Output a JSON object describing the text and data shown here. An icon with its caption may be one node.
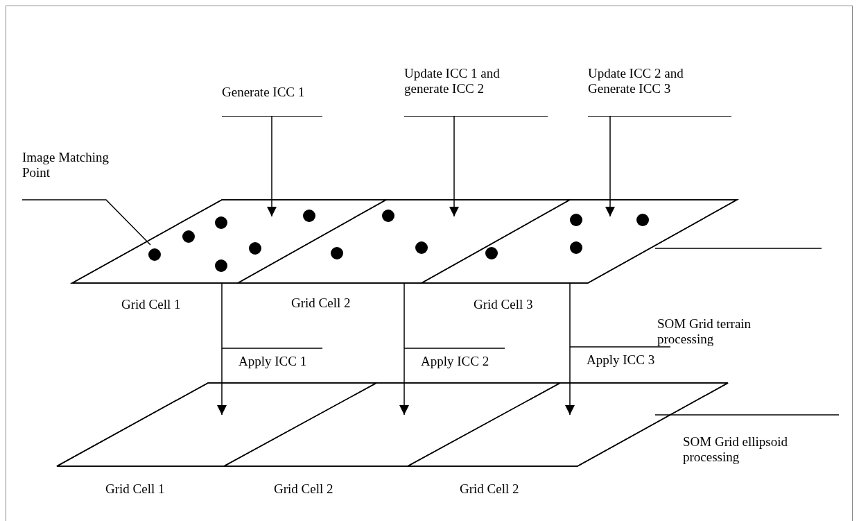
{
  "diagram": {
    "nodes": [
      {
        "text": [
          "Generate ICC 1"
        ]
      },
      {
        "text": [
          "Update ICC 1 and generate ICC 2"
        ]
      },
      {
        "text": [
          "Update ICC 2 and Generate ICC 3"
        ]
      },
      {
        "text": [
          "Image Matching Point"
        ]
      },
      {
        "text": [
          "SOM Grid terrain processing"
        ]
      },
      {
        "text": [
          "Grid Cell 1"
        ],
        "in": 4
      },
      {
        "text": [
          "Grid Cell 2"
        ],
        "in": 4
      },
      {
        "text": [
          "Grid Cell 3"
        ],
        "in": 4
      },
      {
        "text": [],
        "shape": "circle",
        "in": 5
      },
      {
        "text": [],
        "shape": "circle",
        "in": 5
      },
      {
        "text": [],
        "shape": "circle",
        "in": 5
      },
      {
        "text": [],
        "shape": "circle",
        "in": 5
      },
      {
        "text": [],
        "shape": "circle",
        "in": 5
      },
      {
        "text": [],
        "shape": "circle",
        "in": 5
      },
      {
        "text": [],
        "shape": "circle",
        "in": 6
      },
      {
        "text": [],
        "shape": "circle",
        "in": 6
      },
      {
        "text": [],
        "shape": "circle",
        "in": 6
      },
      {
        "text": [],
        "shape": "circle",
        "in": 7
      },
      {
        "text": [],
        "shape": "circle",
        "in": 7
      },
      {
        "text": [],
        "shape": "circle",
        "in": 7
      },
      {
        "text": [],
        "shape": "circle",
        "in": 7
      },
      {
        "text": [
          "SOM Grid ellipsoid processing"
        ]
      },
      {
        "text": [
          "Grid Cell 1"
        ],
        "in": 21
      },
      {
        "text": [
          "Grid Cell 2"
        ],
        "in": 21
      },
      {
        "text": [
          "Grid Cell 2"
        ],
        "in": 21
      }
    ],
    "edges": [
      {
        "from": 0,
        "to": 5,
        "arrow": "to"
      },
      {
        "from": 1,
        "to": 6,
        "arrow": "to"
      },
      {
        "from": 2,
        "to": 7,
        "arrow": "to"
      },
      {
        "from": 3,
        "to": 8,
        "arrow": "none"
      },
      {
        "from": 5,
        "to": 22,
        "arrow": "to",
        "label": "Apply ICC 1"
      },
      {
        "from": 6,
        "to": 23,
        "arrow": "to",
        "label": "Apply ICC 2"
      },
      {
        "from": 7,
        "to": 24,
        "arrow": "to",
        "label": "Apply ICC 3"
      }
    ]
  }
}
